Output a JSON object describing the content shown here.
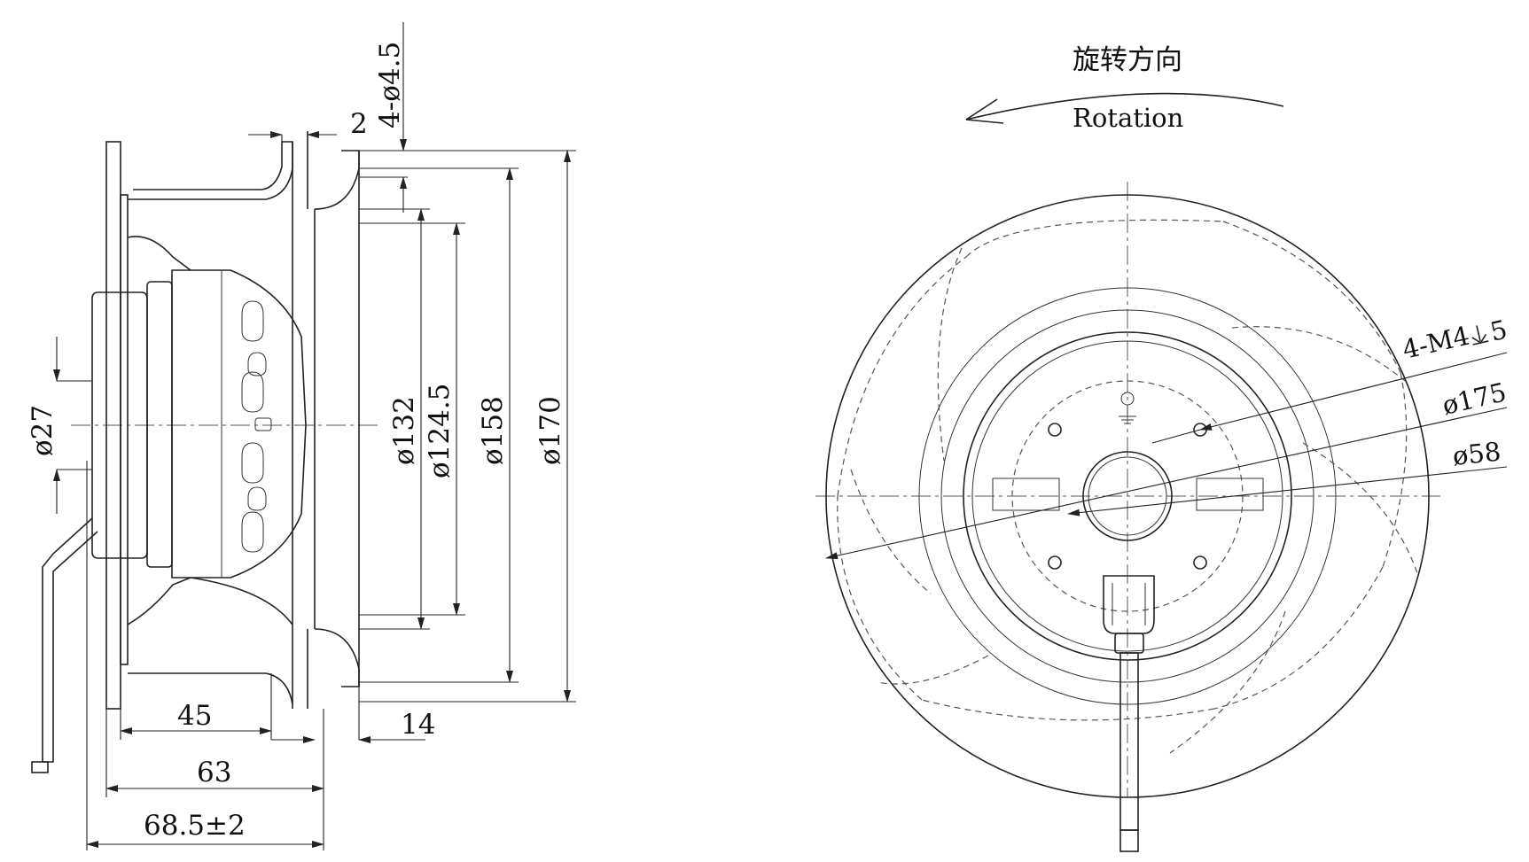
{
  "side_view": {
    "dims": {
      "hole_pattern": "4-ø4.5",
      "flange_thickness": "2",
      "shaft_dia": "ø27",
      "dia_132": "ø132",
      "dia_124_5": "ø124.5",
      "dia_158": "ø158",
      "dia_170": "ø170",
      "dim_45": "45",
      "dim_14": "14",
      "dim_63": "63",
      "dim_total": "68.5±2"
    }
  },
  "front_view": {
    "rotation_label_cn": "旋转方向",
    "rotation_label_en": "Rotation",
    "dims": {
      "thread": "4-M4",
      "thread_depth": "5",
      "dia_175": "ø175",
      "dia_58": "ø58"
    },
    "ground_icon": "ground-symbol-icon",
    "depth_icon": "depth-symbol-icon"
  },
  "colors": {
    "line": "#222222",
    "background": "#ffffff"
  }
}
